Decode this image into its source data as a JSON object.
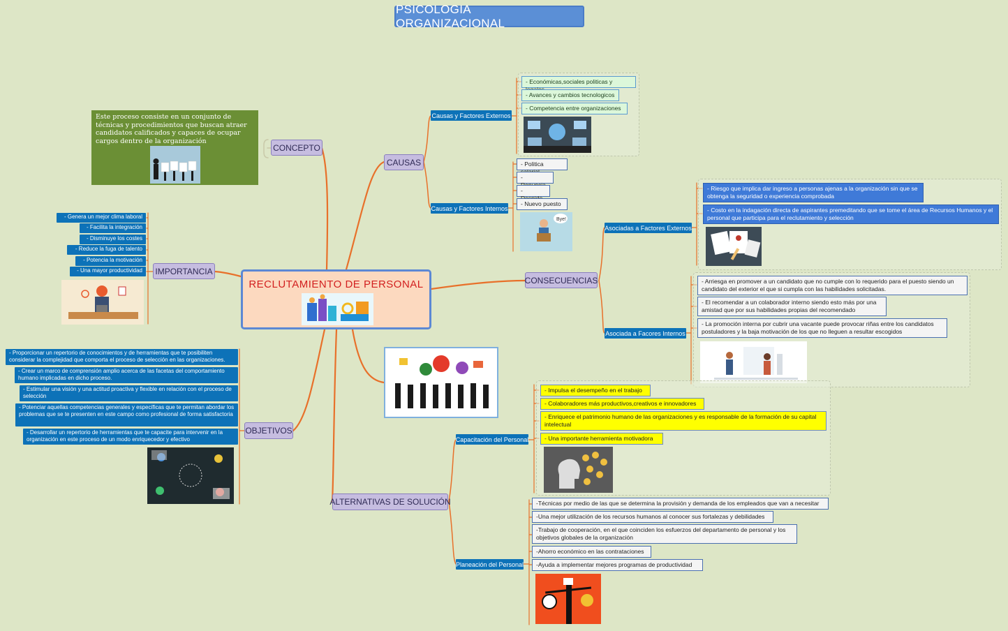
{
  "title": "PSICOLOGIA ORGANIZACIONAL",
  "central": "RECLUTAMIENTO DE PERSONAL",
  "branches": {
    "concepto": {
      "label": "CONCEPTO",
      "text": "Este proceso consiste en un conjunto de técnicas y procedimientos que buscan atraer candidatos calificados y capaces de ocupar cargos dentro de la organización"
    },
    "importancia": {
      "label": "IMPORTANCIA",
      "items": [
        "- Genera un mejor clima laboral",
        "- Facilita la integración",
        "- Disminuye los costes",
        "- Reduce la fuga de talento",
        "- Potencia la motivación",
        "- Una mayor productividad"
      ]
    },
    "objetivos": {
      "label": "OBJETIVOS",
      "items": [
        "- Proporcionar un repertorio de conocimientos y de herramientas que te posibiliten considerar la complejidad que comporta el proceso de selección en las organizaciones.",
        "- Crear un marco de comprensión amplio acerca de las facetas del comportamiento humano implicadas en dicho proceso.",
        "- Estimular una visión y una actitud proactiva y flexible en relación con el proceso de selección",
        "- Potenciar aquellas competencias generales y específicas que te permitan abordar los problemas que se te presenten en este campo como profesional de forma satisfactoria",
        "- Desarrollar un repertorio de herramientas que te capacite para intervenir en la organización en este proceso de un modo enriquecedor y efectivo"
      ]
    },
    "causas": {
      "label": "CAUSAS",
      "externos": {
        "label": "Causas y Factores Externos",
        "items": [
          "- Económicas,sociales politicas y legales",
          "- Avances y cambios tecnologicos",
          "- Competencia entre organizaciones"
        ]
      },
      "internos": {
        "label": "Causas y Factores Internos",
        "items": [
          "- Politica salarial",
          "- Renuncia",
          "- Despido",
          "- Nuevo puesto"
        ],
        "image_text": "Bye!"
      }
    },
    "consecuencias": {
      "label": "CONSECUENCIAS",
      "externos": {
        "label": "Asociadas a Factores Externos",
        "items": [
          "- Riesgo que implica dar ingreso a personas ajenas a la organización sin que se obtenga la seguridad o experiencia comprobada",
          "- Costo en la indagación directa de aspirantes premeditando que se tome el área de Recursos Humanos y el personal que participa para el reclutamiento y selección"
        ]
      },
      "internos": {
        "label": "Asociada a Facores Internos",
        "items": [
          "- Arriesga en promover a un candidato que no cumple con lo requerido para el puesto siendo un candidato del exterior el que si cumpla con las habilidades solicitadas.",
          "- El recomendar a un colaborador interno siendo esto más por una amistad que por sus habilidades propias del recomendado",
          "- La promoción interna por cubrir una vacante puede provocar riñas entre los candidatos postuladores y la baja motivación de los que no lleguen a resultar escogidos"
        ]
      }
    },
    "alternativas": {
      "label": "ALTERNATIVAS DE SOLUCIÓN",
      "capacitacion": {
        "label": "Capacitación del Personal",
        "items": [
          "- Impulsa el desempeño en el trabajo",
          "- Colaboradores más productivos,creativos e innovadores",
          "- Enriquece el patrimonio humano de las organizaciones y es responsable de la formación de su capital intelectual",
          "- Una importante herramienta motivadora"
        ]
      },
      "planeacion": {
        "label": "Planeación del Personal",
        "items": [
          "-Técnicas por medio de las que se determina la provisión y demanda de los empleados que van a necesitar",
          "-Una mejor utilización de los recursos humanos al conocer sus fortalezas y debilidades",
          "-Trabajo de cooperación, en el que coinciden los esfuerzos del departamento de personal y los objetivos globales de la organización",
          "-Ahorro económico en las contrataciones",
          "-Ayuda a implementar mejores programas de productividad"
        ]
      }
    }
  },
  "colors": {
    "background": "#dde6c6",
    "connector": "#e8702a",
    "title": "#5b8fd6",
    "central_text": "#d21f1f",
    "topic": "#c6bde0",
    "subtopic": "#0d72b8",
    "concept_box": "#6b8f35",
    "yellow_leaf": "#ffff00",
    "blue_leaf": "#3f7ad8",
    "green_leaf": "#dcf7da"
  }
}
